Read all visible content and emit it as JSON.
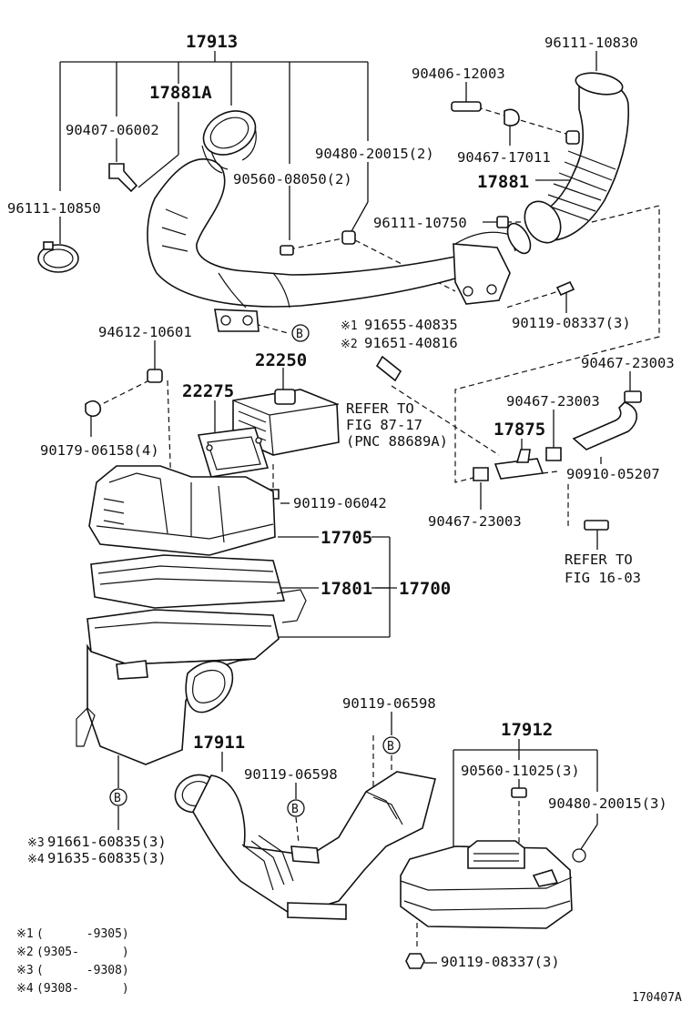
{
  "labels": {
    "p17913": "17913",
    "p17881A": "17881A",
    "p90407": "90407-06002",
    "p96111_10850": "96111-10850",
    "p90560_08050": "90560-08050(2)",
    "p90480_20015_top": "90480-20015(2)",
    "p90406": "90406-12003",
    "p96111_10830": "96111-10830",
    "p90467_17011": "90467-17011",
    "p17881": "17881",
    "p96111_10750": "96111-10750",
    "p90119_08337_top": "90119-08337(3)",
    "p91655": "91655-40835",
    "p91651": "91651-40816",
    "mark1": "※1",
    "mark2": "※2",
    "p94612": "94612-10601",
    "p22250": "22250",
    "p22275": "22275",
    "refer1_a": "REFER TO",
    "refer1_b": "FIG 87-17",
    "refer1_c": "(PNC 88689A)",
    "p90467_23003_a": "90467-23003",
    "p90467_23003_b": "90467-23003",
    "p17875": "17875",
    "p90179": "90179-06158(4)",
    "p90910": "90910-05207",
    "p90119_06042": "90119-06042",
    "p90467_23003_c": "90467-23003",
    "refer2_a": "REFER TO",
    "refer2_b": "FIG 16-03",
    "p17705": "17705",
    "p17801": "17801",
    "p17700": "17700",
    "p90119_06598_a": "90119-06598",
    "p17911": "17911",
    "p90119_06598_b": "90119-06598",
    "p17912": "17912",
    "p90560_11025": "90560-11025(3)",
    "p90480_20015_bot": "90480-20015(3)",
    "p91661": "91661-60835(3)",
    "p91635": "91635-60835(3)",
    "mark3": "※3",
    "mark4": "※4",
    "p90119_08337_bot": "90119-08337(3)",
    "b_mark": "B",
    "fig_id": "170407A"
  },
  "footnotes": [
    {
      "mark": "※1",
      "range": "(      -9305)"
    },
    {
      "mark": "※2",
      "range": "(9305-      )"
    },
    {
      "mark": "※3",
      "range": "(      -9308)"
    },
    {
      "mark": "※4",
      "range": "(9308-      )"
    }
  ]
}
